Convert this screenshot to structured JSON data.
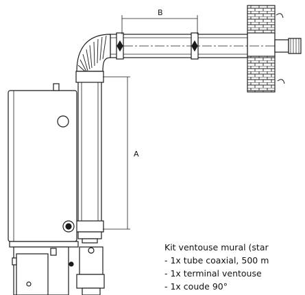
{
  "dimensions": {
    "a": "A",
    "b": "B"
  },
  "caption": {
    "lines": [
      "Kit ventouse mural (star",
      "- 1x tube coaxial, 500 m",
      "- 1x terminal ventouse",
      "- 1x coude 90°"
    ]
  },
  "colors": {
    "line": "#1a1a1a",
    "pipe_fill": "#ffffff",
    "boiler_fill": "#ffffff",
    "wall_fill": "#ffffff"
  }
}
